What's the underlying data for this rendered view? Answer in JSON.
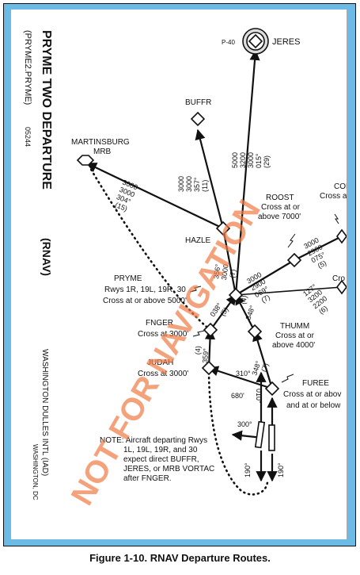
{
  "chart": {
    "title": "PRYME TWO DEPARTURE",
    "title_suffix": "(RNAV)",
    "code": "(PRYME2.PRYME)",
    "chart_number": "05244",
    "airport_line": "WASHINGTON DULLES INTL (IAD)",
    "city_line": "WASHINGTON, DC",
    "watermark": "NOT FOR NAVIGATION",
    "colors": {
      "frame": "#6bbbe6",
      "watermark": "#f07a44",
      "ink": "#111111"
    }
  },
  "fixes": {
    "p40": "P-40",
    "jeres": "JERES",
    "buffr": "BUFFR",
    "martinsburg_1": "MARTINSBURG",
    "martinsburg_2": "MRB",
    "hazle": "HAZLE",
    "roost_1": "ROOST",
    "roost_2": "Cross at or",
    "roost_3": "above 7000'",
    "coh_1": "COH",
    "coh_2": "Cross a",
    "cro": "Cro",
    "pryme_1": "PRYME",
    "pryme_2": "Rwys 1R, 19L, 19R, 30",
    "pryme_3": "Cross at or above 5000'",
    "fnger_1": "FNGER",
    "fnger_2": "Cross at 3000'",
    "judah_1": "JUDAH",
    "judah_2": "Cross at 3000'",
    "thumm_1": "THUMM",
    "thumm_2": "Cross at or",
    "thumm_3": "above 4000'",
    "furee_1": "FUREE",
    "furee_2": "Cross at or abov",
    "furee_3": "and at or below"
  },
  "legs": {
    "mrb_alt1": "3000",
    "mrb_alt2": "3000",
    "mrb_crs": "304°",
    "mrb_dist": "(15)",
    "buffr_alt1": "3000",
    "buffr_alt2": "3000",
    "buffr_crs": "357°",
    "buffr_dist": "(11)",
    "jeres_alt1": "5000",
    "jeres_alt2": "3200",
    "jeres_alt3": "3000",
    "jeres_crs": "015°",
    "jeres_dist": "(29)",
    "hazle_crs": "356°",
    "hazle_alt": "3000",
    "hazle_dist": "(7)",
    "roost_alt1": "3000",
    "roost_alt2": "2900",
    "roost_crs": "069°",
    "roost_dist": "(7)",
    "coh_alt1": "3000",
    "coh_alt2": "2900",
    "coh_crs": "075°",
    "coh_dist": "(5)",
    "low_crs": "127°",
    "low_alt1": "3200",
    "low_alt2": "2200",
    "low_dist": "(6)",
    "fnger_crs": "038°",
    "fnger_dist": "(5)",
    "pryme_thumm_dist": "(4)",
    "thumm_crs": "348°",
    "judah_crs": "359°",
    "judah_dist": "(4)",
    "furee_crs": "348°",
    "furee_dist": "(7)",
    "judah_hdg": "310°",
    "left_alt": "680'",
    "left_crs": "010°",
    "rwy_hdg": "300°",
    "rwy_crs_left": "190°",
    "rwy_crs_right": "190°"
  },
  "note": {
    "line1": "NOTE: Aircraft departing Rwys",
    "line2": "1L, 19L, 19R, and 30",
    "line3": "expect direct BUFFR,",
    "line4": "JERES, or MRB VORTAC",
    "line5": "after FNGER."
  },
  "caption": "Figure 1-10. RNAV Departure Routes."
}
